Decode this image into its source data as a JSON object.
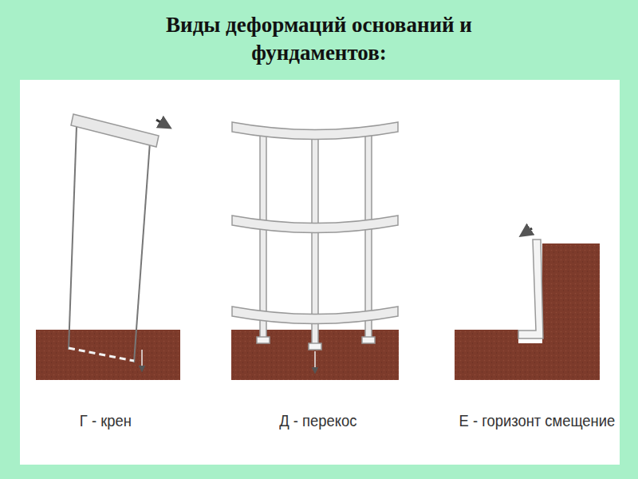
{
  "diagram": {
    "title": "Виды деформаций оснований и фундаментов:",
    "labels": [
      "Г - крен",
      "Д - перекос",
      "Е - горизонт смещение"
    ]
  }
}
